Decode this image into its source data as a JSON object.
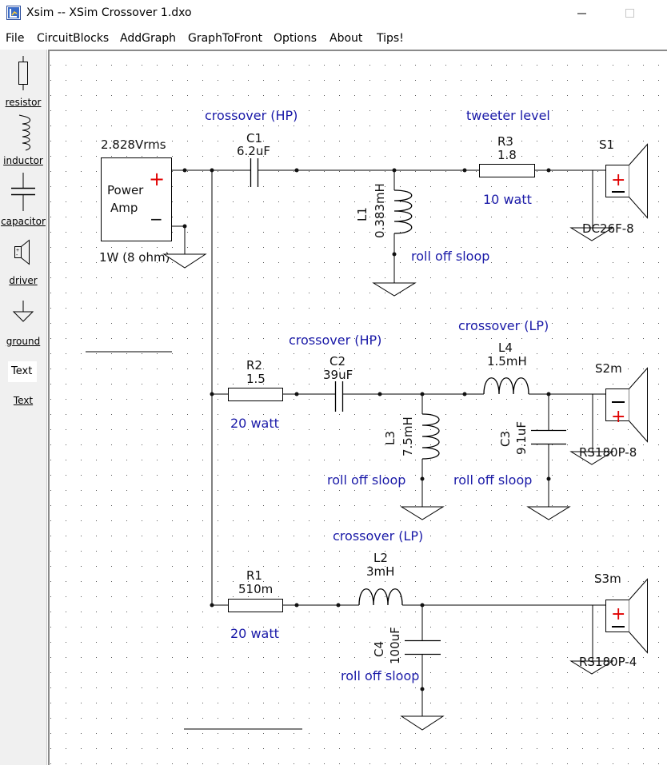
{
  "window": {
    "title": "Xsim -- XSim Crossover 1.dxo",
    "minimize_label": "—",
    "maximize_label": "☐"
  },
  "menu": {
    "items": [
      "File",
      "CircuitBlocks",
      "AddGraph",
      "GraphToFront",
      "Options",
      "About",
      "Tips!"
    ]
  },
  "toolbox": {
    "resistor": "resistor",
    "inductor": "inductor",
    "capacitor": "capacitor",
    "driver": "driver",
    "ground": "ground",
    "text_icon": "Text",
    "text": "Text"
  },
  "colors": {
    "annotation": "#1a1aa8",
    "polarity": "#e00000",
    "wire": "#000000",
    "grid_dot": "#555555"
  },
  "schematic": {
    "amp": {
      "voltage": "2.828Vrms",
      "name_line1": "Power",
      "name_line2": "Amp",
      "plus": "+",
      "minus": "−",
      "power": "1W (8 ohm)"
    },
    "tweeter_branch": {
      "label_crossover": "crossover (HP)",
      "label_level": "tweeter level",
      "c1_name": "C1",
      "c1_value": "6.2uF",
      "r3_name": "R3",
      "r3_value": "1.8",
      "r3_watt": "10 watt",
      "l1_name": "L1",
      "l1_value": "0.383mH",
      "l1_note": "roll off sloop",
      "s1_name": "S1",
      "s1_model": "DC26F-8"
    },
    "mid_branch": {
      "label_hp": "crossover (HP)",
      "label_lp": "crossover (LP)",
      "r2_name": "R2",
      "r2_value": "1.5",
      "r2_watt": "20 watt",
      "c2_name": "C2",
      "c2_value": "39uF",
      "l4_name": "L4",
      "l4_value": "1.5mH",
      "l3_name": "L3",
      "l3_value": "7.5mH",
      "l3_note": "roll off sloop",
      "c3_name": "C3",
      "c3_value": "9.1uF",
      "c3_note": "roll off sloop",
      "s2_name": "S2m",
      "s2_model": "RS180P-8"
    },
    "woofer_branch": {
      "label_lp": "crossover (LP)",
      "r1_name": "R1",
      "r1_value": "510m",
      "r1_watt": "20 watt",
      "l2_name": "L2",
      "l2_value": "3mH",
      "c4_name": "C4",
      "c4_value": "100uF",
      "c4_note": "roll off sloop",
      "s3_name": "S3m",
      "s3_model": "RS180P-4"
    }
  }
}
